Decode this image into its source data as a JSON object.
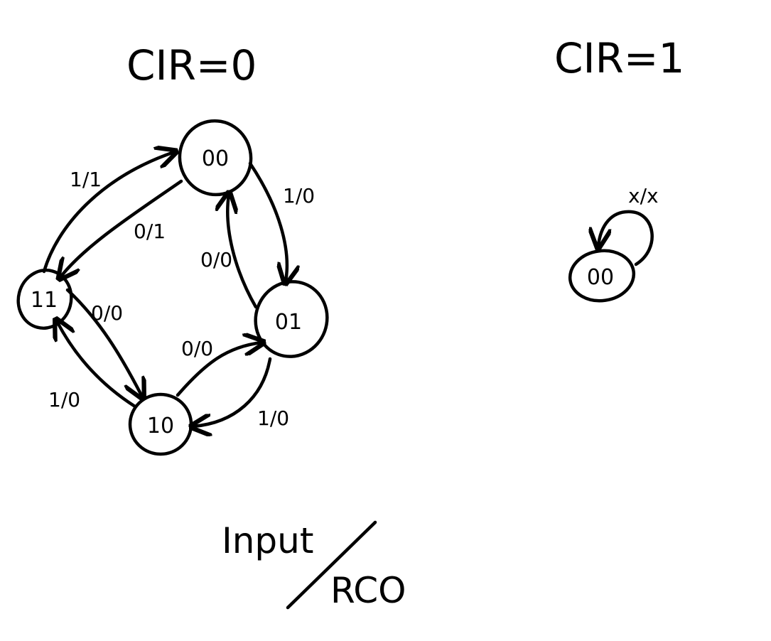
{
  "diagram": {
    "left_title": "CIR=0",
    "right_title": "CIR=1",
    "states_left": [
      {
        "id": "s00",
        "label": "00"
      },
      {
        "id": "s01",
        "label": "01"
      },
      {
        "id": "s10",
        "label": "10"
      },
      {
        "id": "s11",
        "label": "11"
      }
    ],
    "state_right": {
      "id": "r00",
      "label": "00"
    },
    "transitions_left": [
      {
        "from": "11",
        "to": "00",
        "label": "1/1"
      },
      {
        "from": "00",
        "to": "11",
        "label": "0/1"
      },
      {
        "from": "00",
        "to": "01",
        "label": "1/0"
      },
      {
        "from": "01",
        "to": "00",
        "label": "0/0"
      },
      {
        "from": "11",
        "to": "10",
        "label": "0/0"
      },
      {
        "from": "10",
        "to": "11",
        "label": "1/0"
      },
      {
        "from": "10",
        "to": "01",
        "label": "0/0"
      },
      {
        "from": "01",
        "to": "10",
        "label": "1/0"
      }
    ],
    "transition_right": {
      "from": "00",
      "to": "00",
      "label": "x/x"
    },
    "legend": {
      "top": "Input",
      "bottom": "RCO"
    }
  }
}
